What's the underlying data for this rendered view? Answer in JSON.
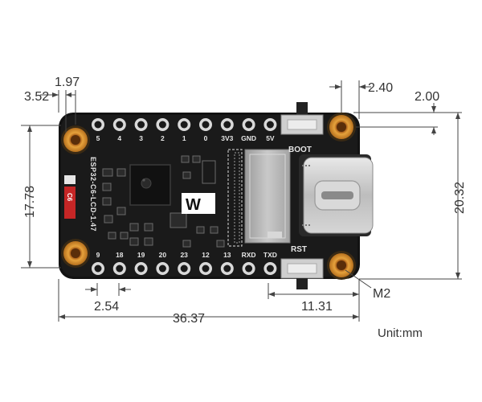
{
  "dimensions": {
    "hole_offset_x": "3.52",
    "hole_dia": "1.97",
    "right_hole_offset": "2.40",
    "right_hole_edge": "2.00",
    "hole_spacing_y": "17.78",
    "board_height": "20.32",
    "pin_pitch": "2.54",
    "rst_to_hole": "11.31",
    "board_length": "36.37",
    "mount_screw": "M2"
  },
  "unit_label": "Unit:mm",
  "board": {
    "top_pins": [
      "5",
      "4",
      "3",
      "2",
      "1",
      "0",
      "3V3",
      "GND",
      "5V"
    ],
    "bottom_pins": [
      "9",
      "18",
      "19",
      "20",
      "23",
      "12",
      "13",
      "RXD",
      "TXD"
    ],
    "model_text": "ESP32-C6-LCD-1.47",
    "boot_label": "BOOT",
    "rst_label": "RST",
    "logo_text": "W",
    "chip_marking": "C6"
  },
  "colors": {
    "board": "#101010",
    "gold": "#d08a2a",
    "gold_dark": "#8a4a12",
    "usb": "#c8c8c8",
    "red_led": "#d42a2a"
  }
}
